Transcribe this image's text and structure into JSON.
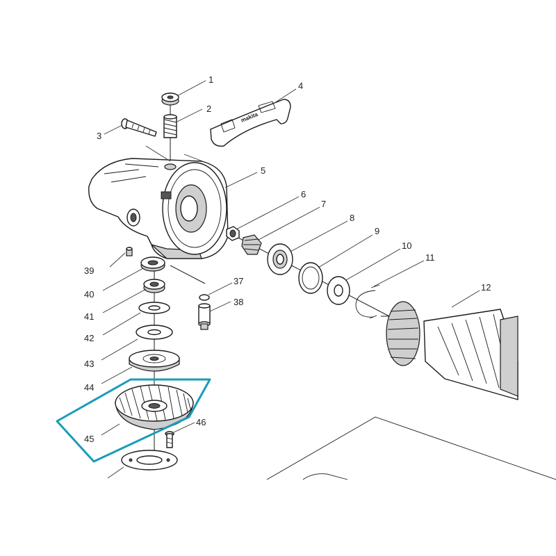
{
  "parts": [
    {
      "id": "p1",
      "label": "1"
    },
    {
      "id": "p2",
      "label": "2"
    },
    {
      "id": "p3",
      "label": "3"
    },
    {
      "id": "p4",
      "label": "4"
    },
    {
      "id": "p5",
      "label": "5"
    },
    {
      "id": "p6",
      "label": "6"
    },
    {
      "id": "p7",
      "label": "7"
    },
    {
      "id": "p8",
      "label": "8"
    },
    {
      "id": "p9",
      "label": "9"
    },
    {
      "id": "p10",
      "label": "10"
    },
    {
      "id": "p11",
      "label": "11"
    },
    {
      "id": "p12",
      "label": "12"
    },
    {
      "id": "p37",
      "label": "37"
    },
    {
      "id": "p38",
      "label": "38"
    },
    {
      "id": "p39",
      "label": "39"
    },
    {
      "id": "p40",
      "label": "40"
    },
    {
      "id": "p41",
      "label": "41"
    },
    {
      "id": "p42",
      "label": "42"
    },
    {
      "id": "p43",
      "label": "43"
    },
    {
      "id": "p44",
      "label": "44"
    },
    {
      "id": "p45",
      "label": "45"
    },
    {
      "id": "p46",
      "label": "46"
    }
  ],
  "brand_mark": "makita",
  "highlight_color": "#1a9bb8",
  "highlighted_part": "45"
}
